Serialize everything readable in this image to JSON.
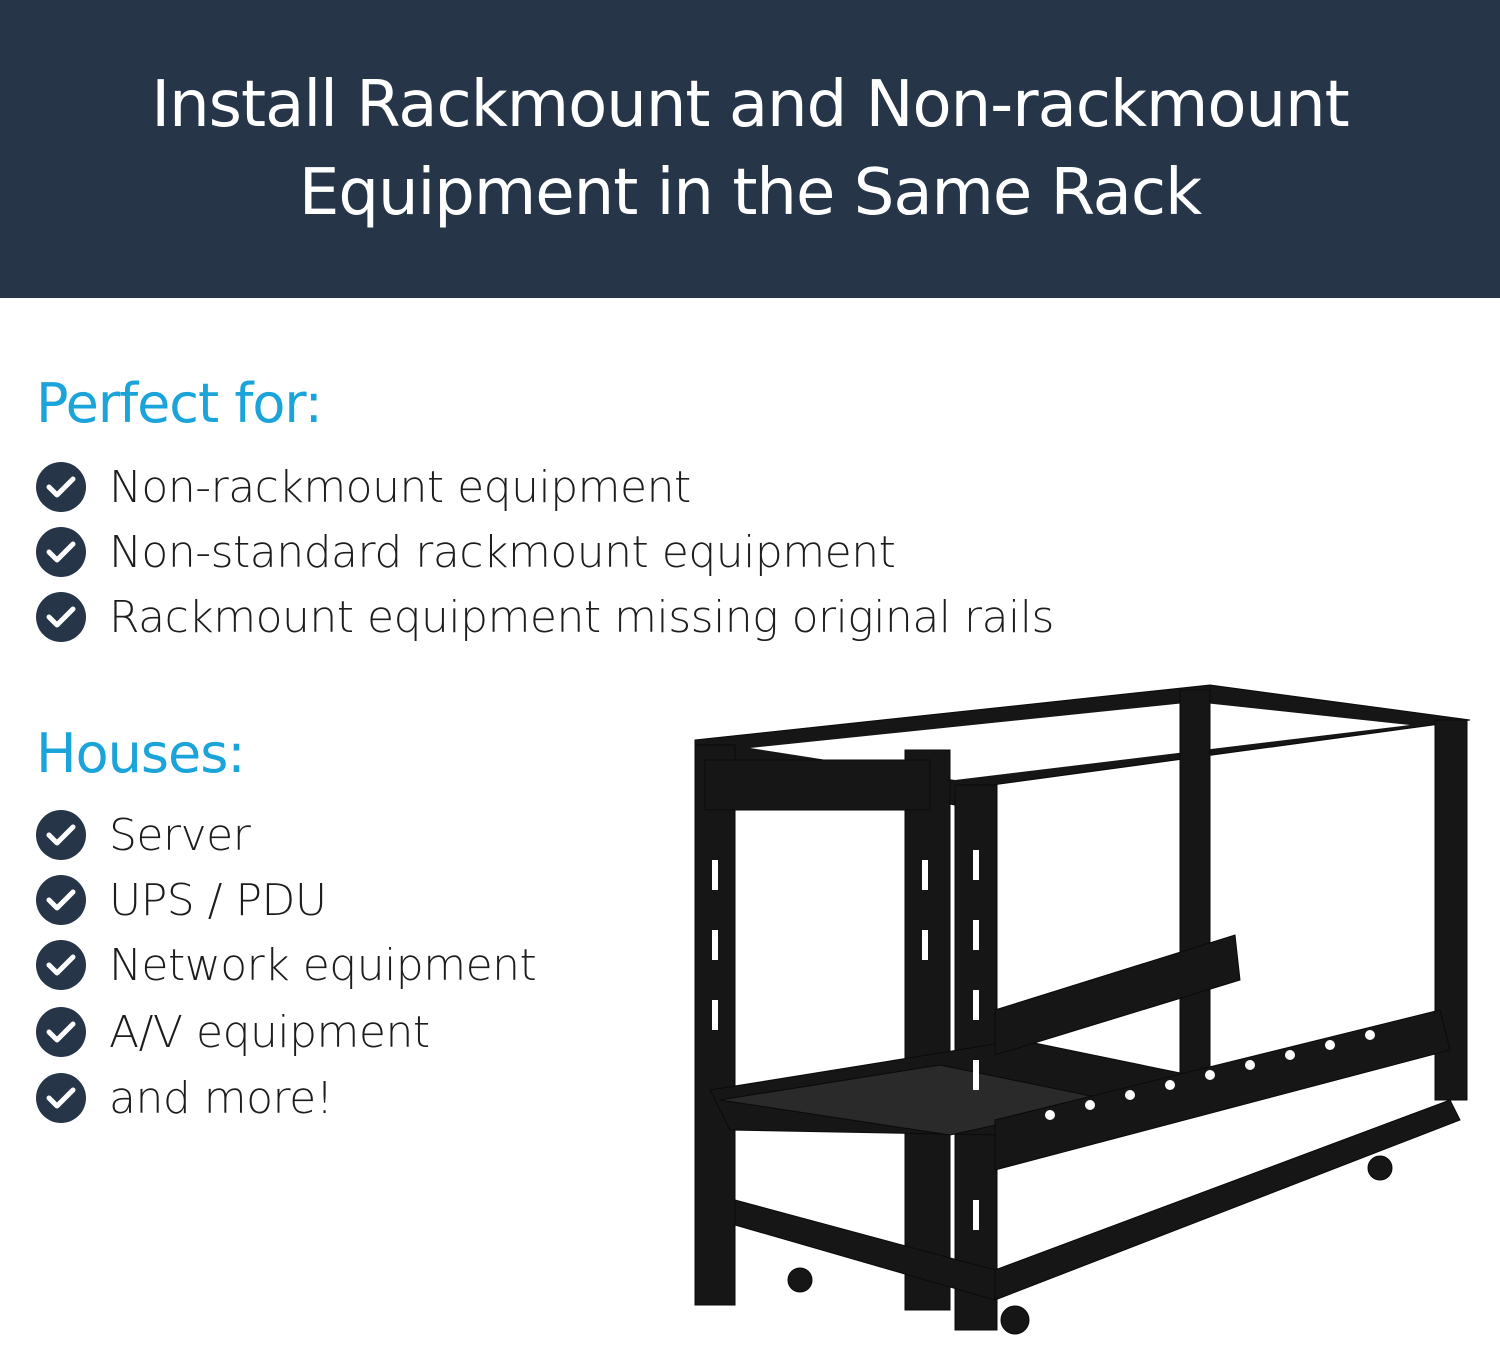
{
  "header": {
    "title_line1": "Install Rackmount and Non-rackmount",
    "title_line2": "Equipment in the Same Rack"
  },
  "perfect_for": {
    "heading": "Perfect for:",
    "items": [
      "Non-rackmount equipment",
      "Non-standard rackmount equipment",
      "Rackmount equipment missing original rails"
    ]
  },
  "houses": {
    "heading": "Houses:",
    "items": [
      "Server",
      "UPS / PDU",
      "Network equipment",
      "A/V equipment",
      "and more!"
    ]
  },
  "colors": {
    "header_bg": "#263547",
    "accent": "#1ba4da",
    "check_bg": "#263547"
  },
  "icons": {
    "bullet": "check-circle-icon"
  }
}
